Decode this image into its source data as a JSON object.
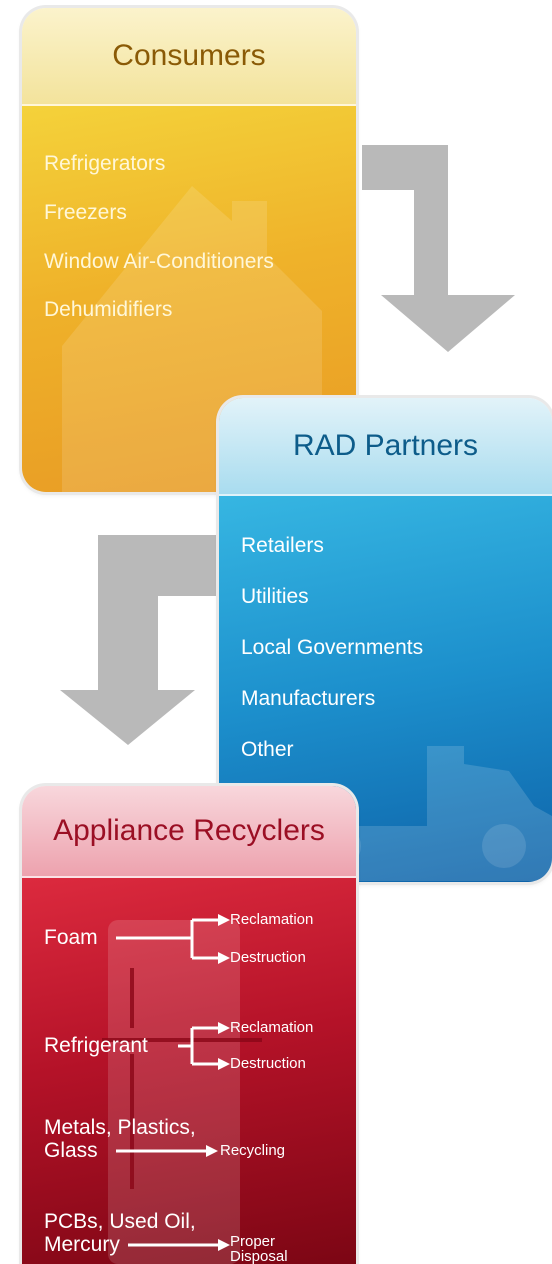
{
  "consumers": {
    "title": "Consumers",
    "items": [
      "Refrigerators",
      "Freezers",
      "Window Air-Conditioners",
      "Dehumidifiers"
    ],
    "background_icon": "house-icon",
    "color": "#efb22a"
  },
  "partners": {
    "title": "RAD Partners",
    "items": [
      "Retailers",
      "Utilities",
      "Local Governments",
      "Manufacturers",
      "Other"
    ],
    "background_icon": "truck-icon",
    "color": "#1c8fcc"
  },
  "recyclers": {
    "title": "Appliance Recyclers",
    "background_icon": "refrigerator-icon",
    "color": "#b41228",
    "materials": [
      {
        "name": "Foam",
        "outcomes": [
          "Reclamation",
          "Destruction"
        ]
      },
      {
        "name": "Refrigerant",
        "outcomes": [
          "Reclamation",
          "Destruction"
        ]
      },
      {
        "name_lines": [
          "Metals, Plastics,",
          "Glass"
        ],
        "outcome": "Recycling"
      },
      {
        "name_lines": [
          "PCBs, Used Oil,",
          "Mercury"
        ],
        "outcome_lines": [
          "Proper",
          "Disposal"
        ]
      }
    ]
  },
  "arrow_icon": "down-arrow-icon",
  "arrow_color": "#b9b9b9"
}
